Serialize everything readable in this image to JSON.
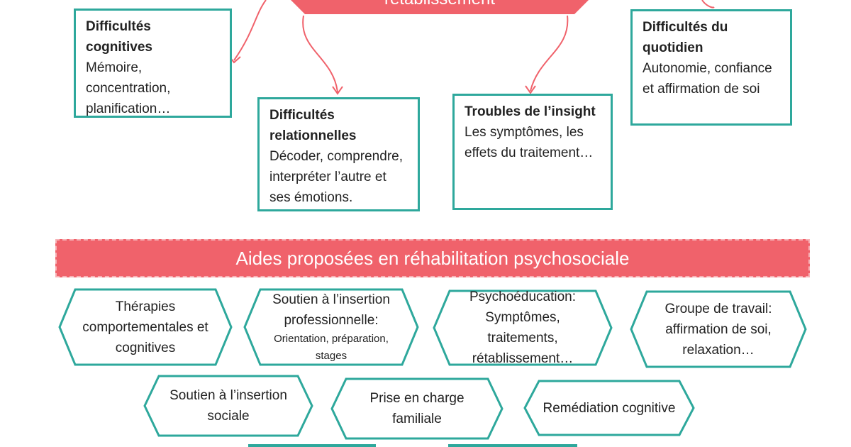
{
  "colors": {
    "accent": "#f0626b",
    "teal": "#2ea89c"
  },
  "top_banner": {
    "title": "rétablissement"
  },
  "difficulties": {
    "cognitive": {
      "title": "Difficultés cognitives",
      "detail": "Mémoire, concentration, planification…"
    },
    "relational": {
      "title": "Difficultés relationnelles",
      "detail": "Décoder, comprendre, interpréter l’autre et ses émotions."
    },
    "insight": {
      "title": "Troubles de l’insight",
      "detail": "Les symptômes, les effets du traitement…"
    },
    "daily": {
      "title": "Difficultés du quotidien",
      "detail": "Autonomie, confiance et affirmation de soi"
    }
  },
  "aids_banner": {
    "title": "Aides proposées en réhabilitation psychosociale"
  },
  "aids": {
    "therapies": {
      "title": "Thérapies comportementales et cognitives"
    },
    "insertion_pro": {
      "title": "Soutien à l’insertion professionnelle:",
      "detail": "Orientation, préparation, stages"
    },
    "psychoeducation": {
      "title": "Psychoéducation:",
      "detail": "Symptômes, traitements, rétablissement…"
    },
    "groupe": {
      "title": "Groupe de travail:",
      "detail": "affirmation de soi, relaxation…"
    },
    "insertion_sociale": {
      "title": "Soutien à l’insertion sociale"
    },
    "prise_en_charge": {
      "title": "Prise en charge familiale"
    },
    "remediation": {
      "title": "Remédiation cognitive"
    }
  }
}
